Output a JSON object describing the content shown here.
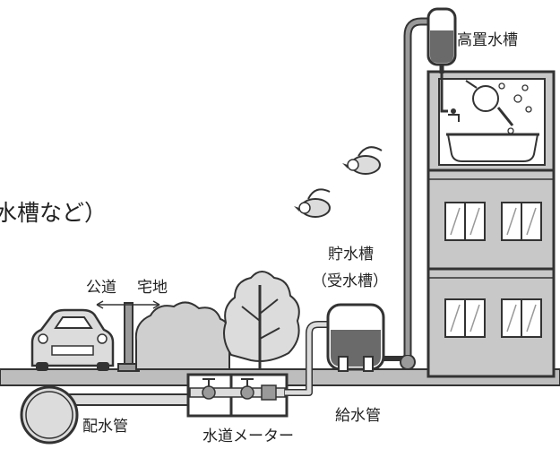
{
  "labels": {
    "elevated_tank": "高置水槽",
    "cropped_text": "水槽など）",
    "storage_tank": "貯水槽",
    "receiving_tank": "（受水槽）",
    "public_road": "公道",
    "residential_land": "宅地",
    "supply_pipe": "給水管",
    "distribution_pipe": "配水管",
    "water_meter": "水道メーター"
  },
  "colors": {
    "line": "#333333",
    "pipe_fill": "#dcdcdc",
    "water": "#6a6a6a",
    "building": "#c8c8c8",
    "ground": "#bdbdbd",
    "shrub": "#cfcfcf"
  }
}
